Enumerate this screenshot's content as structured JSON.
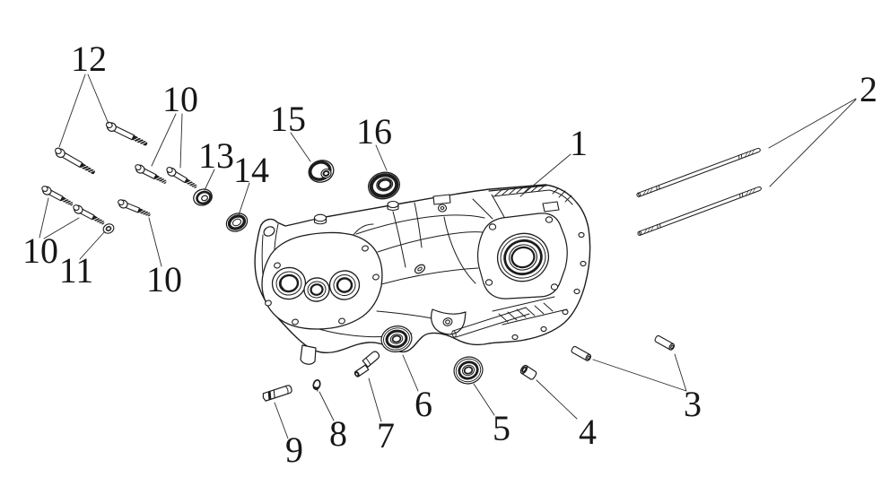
{
  "figure": {
    "type": "exploded-parts-diagram",
    "background": "#ffffff",
    "line_color": "#1c1c1c"
  },
  "callouts": [
    {
      "label": "12"
    },
    {
      "label": "10"
    },
    {
      "label": "15"
    },
    {
      "label": "16"
    },
    {
      "label": "1"
    },
    {
      "label": "2"
    },
    {
      "label": "13"
    },
    {
      "label": "14"
    },
    {
      "label": "10"
    },
    {
      "label": "11"
    },
    {
      "label": "10"
    },
    {
      "label": "9"
    },
    {
      "label": "8"
    },
    {
      "label": "7"
    },
    {
      "label": "6"
    },
    {
      "label": "5"
    },
    {
      "label": "4"
    },
    {
      "label": "3"
    }
  ]
}
